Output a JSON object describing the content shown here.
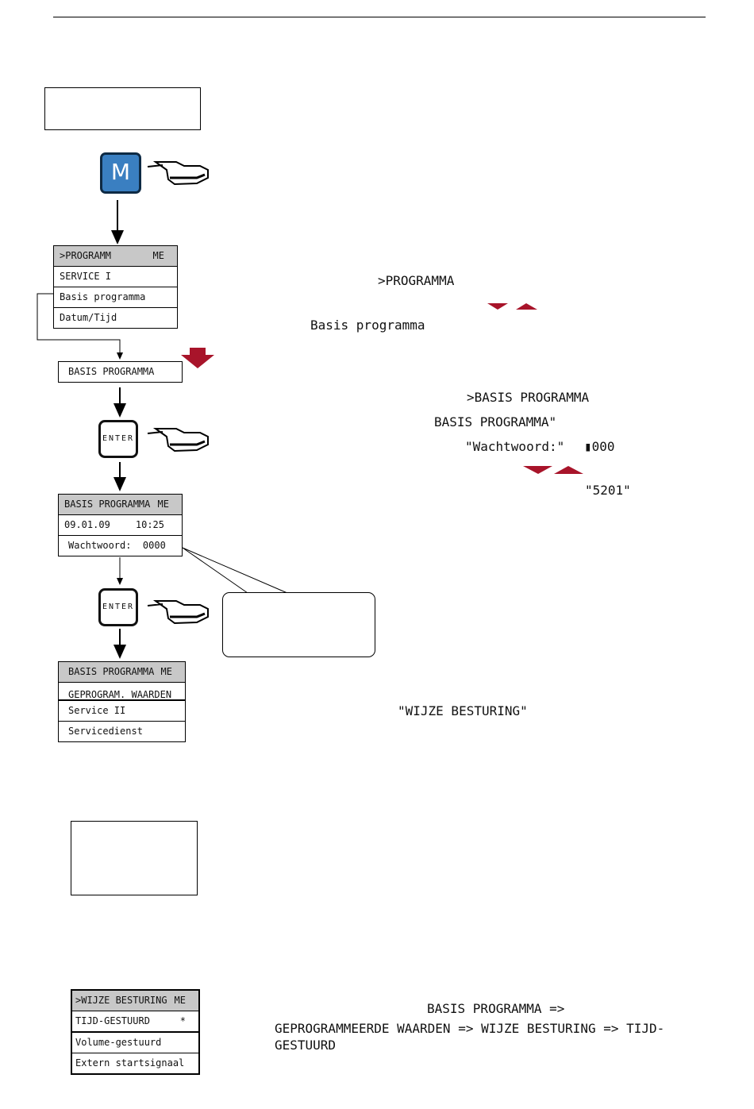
{
  "keys": {
    "menu": "M",
    "enter": "ENTER"
  },
  "menu1": {
    "header": ">PROGRAMM",
    "header_right": "ME",
    "row1": "SERVICE I",
    "row2": "Basis programma",
    "row3": "Datum/Tijd"
  },
  "basis_box": "BASIS PROGRAMMA",
  "menu2": {
    "header": "BASIS PROGRAMMA",
    "header_right": "ME",
    "row1": "09.01.09",
    "row1_right": "10:25",
    "row2": "Wachtwoord:  0000"
  },
  "menu3": {
    "header": "BASIS PROGRAMMA",
    "header_right": "ME",
    "row1": "GEPROGRAM. WAARDEN",
    "row2": "Service II",
    "row3": "Servicedienst"
  },
  "menu4": {
    "header": ">WIJZE BESTURING",
    "header_right": "ME",
    "row1": "TIJD-GESTUURD",
    "row1_right": "*",
    "row2": "Volume-gestuurd",
    "row3": "Extern startsignaal"
  },
  "text": {
    "t1": ">PROGRAMMA",
    "t2": "Basis programma",
    "t3": ">BASIS PROGRAMMA",
    "t4": "BASIS PROGRAMMA\"",
    "t5": "\"Wachtwoord:\"",
    "t6": "▮000",
    "t7": "\"5201\"",
    "t8": "\"WIJZE BESTURING\"",
    "t9": "BASIS PROGRAMMA =>",
    "t10": "GEPROGRAMMEERDE WAARDEN => WIJZE BESTURING => TIJD-",
    "t11": "GESTUURD"
  },
  "colors": {
    "accent_red": "#a8142a",
    "key_blue": "#3a7fc1",
    "lcd_header": "#c8c8c8"
  }
}
